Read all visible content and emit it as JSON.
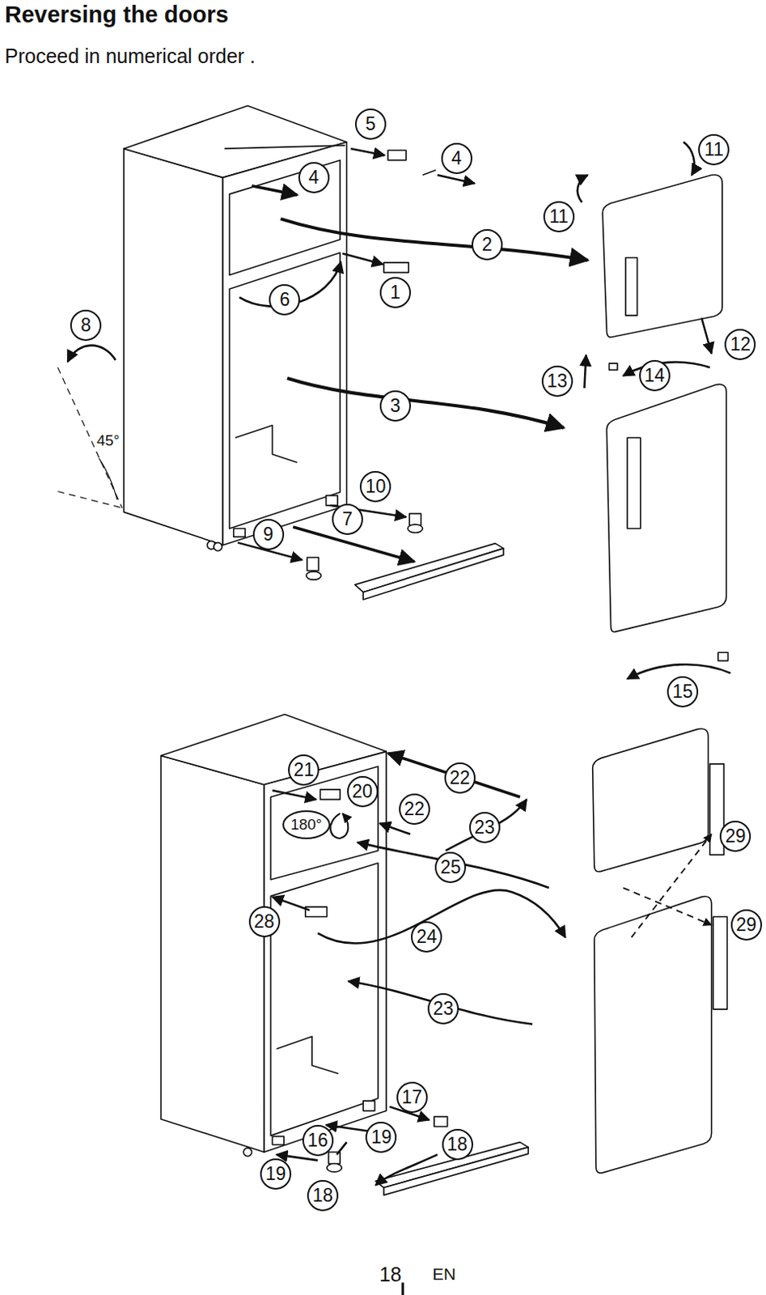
{
  "diagram": {
    "title": "Reversing the doors",
    "labels": [
      "Proceed in numerical order .",
      "5",
      "4",
      "11",
      "4",
      "11",
      "2",
      "1",
      "6",
      "8",
      "12",
      "13",
      "14",
      "3",
      "45°",
      "10",
      "7",
      "9",
      "15",
      "21",
      "22",
      "20",
      "22",
      "180°",
      "23",
      "29",
      "25",
      "28",
      "24",
      "29",
      "23",
      "17",
      "16",
      "19",
      "18",
      "19",
      "18",
      "18",
      "EN"
    ]
  }
}
